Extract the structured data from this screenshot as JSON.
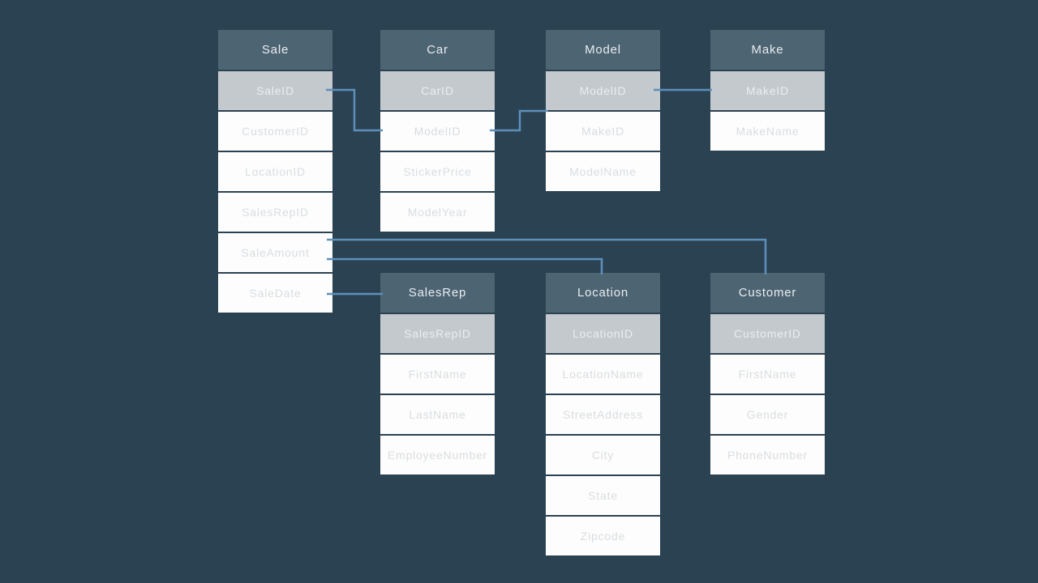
{
  "colors": {
    "bg": "#2b4252",
    "header-bg": "#4d6473",
    "key-bg": "#c4c9cd",
    "row-bg": "#fdfdfd",
    "header-text": "#e9edf0",
    "key-text": "#eceeef",
    "row-text": "#d9dde0",
    "connector": "#5d8fba"
  },
  "tables": [
    {
      "name": "Sale",
      "rows": [
        "SaleID",
        "CustomerID",
        "LocationID",
        "SalesRepID",
        "SaleAmount",
        "SaleDate"
      ]
    },
    {
      "name": "Car",
      "rows": [
        "CarID",
        "ModelID",
        "StickerPrice",
        "ModelYear"
      ]
    },
    {
      "name": "Model",
      "rows": [
        "ModelID",
        "MakeID",
        "ModelName"
      ]
    },
    {
      "name": "Make",
      "rows": [
        "MakeID",
        "MakeName"
      ]
    },
    {
      "name": "SalesRep",
      "rows": [
        "SalesRepID",
        "FirstName",
        "LastName",
        "EmployeeNumber"
      ]
    },
    {
      "name": "Location",
      "rows": [
        "LocationID",
        "LocationName",
        "StreetAddress",
        "City",
        "State",
        "Zipcode"
      ]
    },
    {
      "name": "Customer",
      "rows": [
        "CustomerID",
        "FirstName",
        "Gender",
        "PhoneNumber"
      ]
    }
  ]
}
